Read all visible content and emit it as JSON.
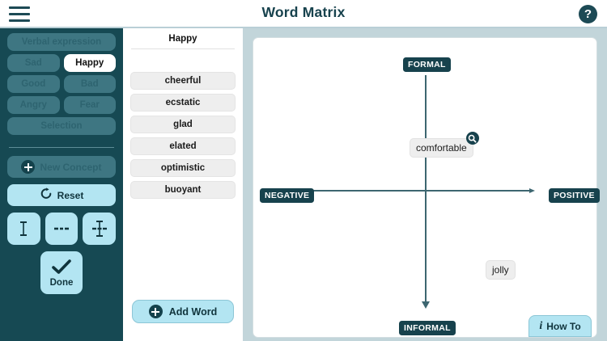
{
  "header": {
    "title": "Word Matrix",
    "menu_icon": "hamburger-menu-icon",
    "help_label": "?"
  },
  "sidebar": {
    "category_buttons": [
      {
        "label": "Verbal expression",
        "state": "disabled",
        "width": "full"
      },
      {
        "label": "Sad",
        "state": "disabled",
        "width": "half"
      },
      {
        "label": "Happy",
        "state": "active",
        "width": "half"
      },
      {
        "label": "Good",
        "state": "disabled",
        "width": "half"
      },
      {
        "label": "Bad",
        "state": "disabled",
        "width": "half"
      },
      {
        "label": "Angry",
        "state": "disabled",
        "width": "half"
      },
      {
        "label": "Fear",
        "state": "disabled",
        "width": "half"
      },
      {
        "label": "Selection",
        "state": "disabled",
        "width": "full"
      }
    ],
    "new_concept_label": "New Concept",
    "reset_label": "Reset",
    "axis_modes": [
      {
        "name": "vertical-axis-mode",
        "icon": "vertical-axis-icon"
      },
      {
        "name": "horizontal-axis-mode",
        "icon": "horizontal-axis-icon"
      },
      {
        "name": "both-axes-mode",
        "icon": "cross-axes-icon"
      }
    ],
    "done_label": "Done"
  },
  "word_panel": {
    "title": "Happy",
    "words": [
      {
        "label": "cheerful",
        "full": false
      },
      {
        "label": "ecstatic",
        "full": false
      },
      {
        "label": "glad",
        "full": false
      },
      {
        "label": "elated",
        "full": false
      },
      {
        "label": "optimistic",
        "full": false
      },
      {
        "label": "buoyant",
        "full": true
      }
    ],
    "add_word_label": "Add Word"
  },
  "matrix": {
    "axis_labels": {
      "top": "FORMAL",
      "bottom": "INFORMAL",
      "left": "NEGATIVE",
      "right": "POSITIVE"
    },
    "placed_words": [
      {
        "label": "comfortable",
        "badge": "magnifier-icon"
      },
      {
        "label": "jolly",
        "badge": null
      }
    ],
    "how_to_label": "How To"
  },
  "colors": {
    "sidebar_bg": "#164953",
    "accent_dark": "#17424d",
    "accent_light": "#b3e5f2",
    "matrix_bg": "#c2d5da"
  }
}
